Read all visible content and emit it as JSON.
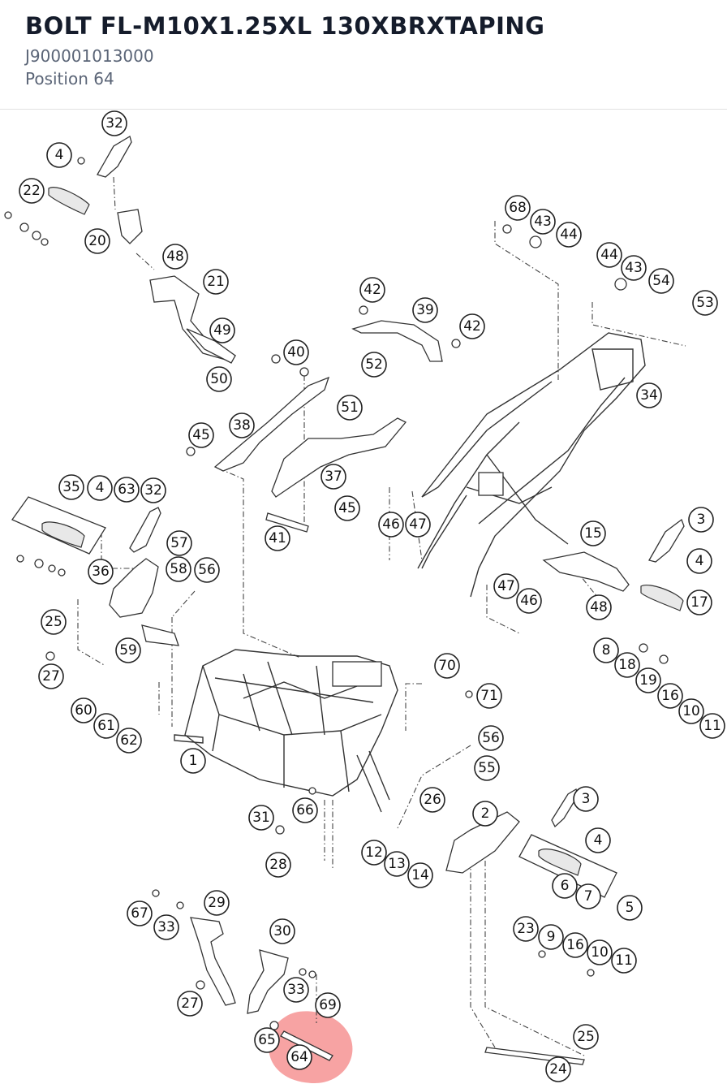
{
  "header": {
    "title": "BOLT FL-M10X1.25XL 130XBRXTAPING",
    "part_number": "J900001013000",
    "position": "Position 64"
  },
  "diagram": {
    "highlight_color": "#f26a6a",
    "selected": "64",
    "callouts": [
      {
        "label": "32"
      },
      {
        "label": "4"
      },
      {
        "label": "22"
      },
      {
        "label": "20"
      },
      {
        "label": "48"
      },
      {
        "label": "21"
      },
      {
        "label": "49"
      },
      {
        "label": "50"
      },
      {
        "label": "42"
      },
      {
        "label": "39"
      },
      {
        "label": "42"
      },
      {
        "label": "40"
      },
      {
        "label": "52"
      },
      {
        "label": "51"
      },
      {
        "label": "38"
      },
      {
        "label": "45"
      },
      {
        "label": "37"
      },
      {
        "label": "45"
      },
      {
        "label": "41"
      },
      {
        "label": "68"
      },
      {
        "label": "43"
      },
      {
        "label": "44"
      },
      {
        "label": "44"
      },
      {
        "label": "43"
      },
      {
        "label": "54"
      },
      {
        "label": "53"
      },
      {
        "label": "34"
      },
      {
        "label": "46"
      },
      {
        "label": "47"
      },
      {
        "label": "35"
      },
      {
        "label": "4"
      },
      {
        "label": "63"
      },
      {
        "label": "32"
      },
      {
        "label": "57"
      },
      {
        "label": "36"
      },
      {
        "label": "58"
      },
      {
        "label": "56"
      },
      {
        "label": "25"
      },
      {
        "label": "59"
      },
      {
        "label": "27"
      },
      {
        "label": "60"
      },
      {
        "label": "61"
      },
      {
        "label": "62"
      },
      {
        "label": "15"
      },
      {
        "label": "3"
      },
      {
        "label": "4"
      },
      {
        "label": "47"
      },
      {
        "label": "46"
      },
      {
        "label": "48"
      },
      {
        "label": "17"
      },
      {
        "label": "8"
      },
      {
        "label": "18"
      },
      {
        "label": "19"
      },
      {
        "label": "16"
      },
      {
        "label": "10"
      },
      {
        "label": "11"
      },
      {
        "label": "70"
      },
      {
        "label": "71"
      },
      {
        "label": "56"
      },
      {
        "label": "55"
      },
      {
        "label": "1"
      },
      {
        "label": "26"
      },
      {
        "label": "66"
      },
      {
        "label": "31"
      },
      {
        "label": "28"
      },
      {
        "label": "2"
      },
      {
        "label": "3"
      },
      {
        "label": "4"
      },
      {
        "label": "12"
      },
      {
        "label": "13"
      },
      {
        "label": "14"
      },
      {
        "label": "6"
      },
      {
        "label": "7"
      },
      {
        "label": "5"
      },
      {
        "label": "67"
      },
      {
        "label": "33"
      },
      {
        "label": "29"
      },
      {
        "label": "30"
      },
      {
        "label": "23"
      },
      {
        "label": "9"
      },
      {
        "label": "16"
      },
      {
        "label": "10"
      },
      {
        "label": "11"
      },
      {
        "label": "33"
      },
      {
        "label": "69"
      },
      {
        "label": "27"
      },
      {
        "label": "65"
      },
      {
        "label": "64"
      },
      {
        "label": "25"
      },
      {
        "label": "24"
      }
    ]
  }
}
